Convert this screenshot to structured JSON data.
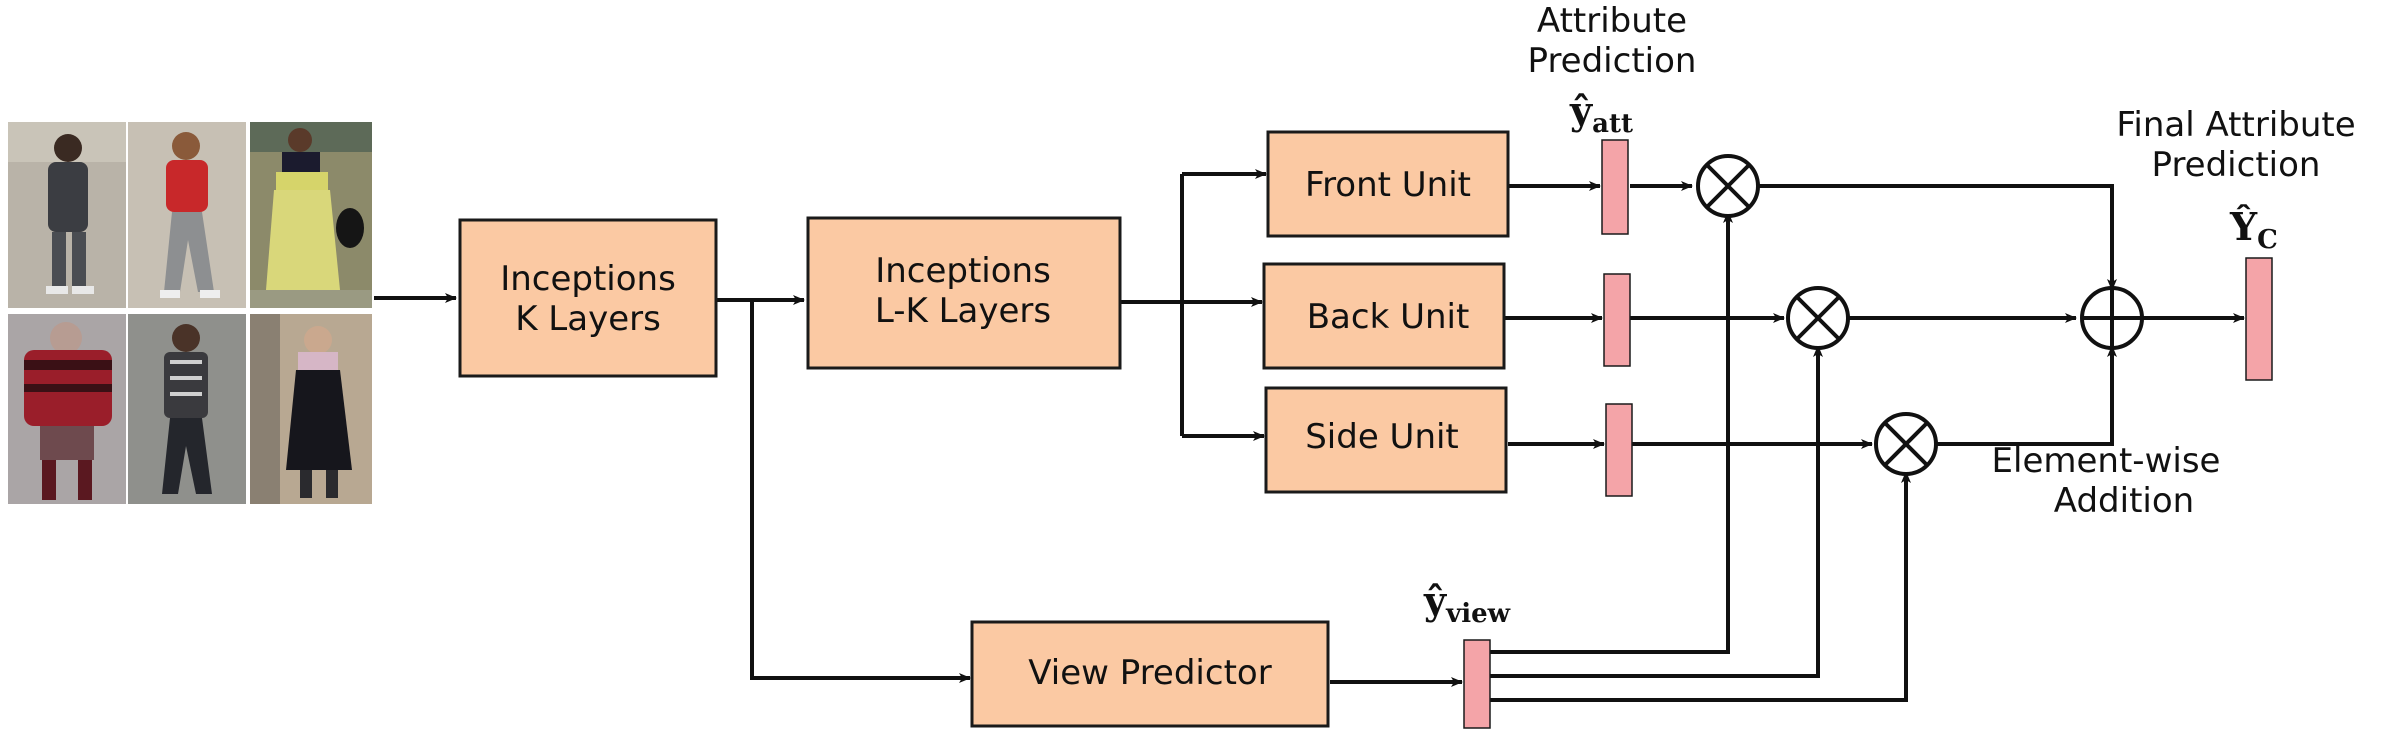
{
  "colors": {
    "box_fill": "#fbc9a3",
    "bar_fill": "#f4a4a8",
    "line": "#111111"
  },
  "boxes": {
    "inceptions_k": [
      "Inceptions",
      "K Layers"
    ],
    "inceptions_lk": [
      "Inceptions",
      "L-K Layers"
    ],
    "front_unit": "Front Unit",
    "back_unit": "Back Unit",
    "side_unit": "Side Unit",
    "view_predictor": "View Predictor"
  },
  "labels": {
    "attribute_prediction": [
      "Attribute",
      "Prediction"
    ],
    "final_attribute_prediction": [
      "Final Attribute",
      "Prediction"
    ],
    "element_wise_addition": [
      "Element-wise",
      "Addition"
    ],
    "y_att": {
      "base": "ŷ",
      "sub": "att"
    },
    "y_view": {
      "base": "ŷ",
      "sub": "view"
    },
    "y_c": {
      "base": "Ŷ",
      "sub": "C"
    }
  },
  "icons": {
    "multiply": "circled-times-icon",
    "add": "circled-plus-icon",
    "input": "pedestrian-photo-grid"
  }
}
